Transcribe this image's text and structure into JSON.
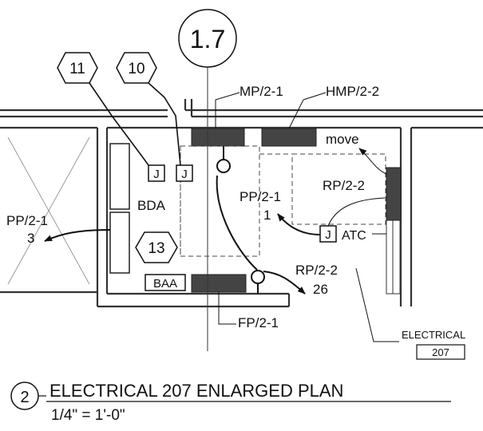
{
  "grid_bubble": {
    "label": "1.7"
  },
  "keynotes": [
    {
      "id": "keynote-11",
      "label": "11"
    },
    {
      "id": "keynote-10",
      "label": "10"
    },
    {
      "id": "keynote-13",
      "label": "13"
    }
  ],
  "panels": {
    "mp": "MP/2-1",
    "hmp": "HMP/2-2",
    "fp": "FP/2-1",
    "rp_right": "RP/2-2",
    "move_note": "move"
  },
  "devices": {
    "j_box": "J",
    "bda": "BDA",
    "baa": "BAA",
    "atc": "ATC"
  },
  "circuits": {
    "pp_center": {
      "panel": "PP/2-1",
      "circuit": "1"
    },
    "pp_left": {
      "panel": "PP/2-1",
      "circuit": "3"
    },
    "rp_lower": {
      "panel": "RP/2-2",
      "circuit": "26"
    }
  },
  "room_tag": {
    "name": "ELECTRICAL",
    "number": "207"
  },
  "title_block": {
    "detail_number": "2",
    "title": "ELECTRICAL 207 ENLARGED PLAN",
    "scale": "1/4\" = 1'-0\""
  }
}
